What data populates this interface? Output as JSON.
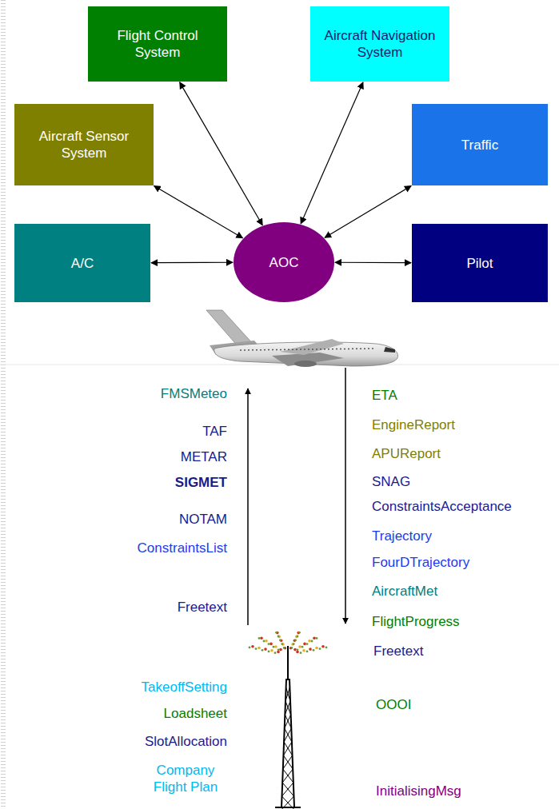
{
  "diagram": {
    "nodes": [
      {
        "text": [
          "Flight Control System"
        ]
      },
      {
        "text": [
          "Aircraft Navigation System"
        ]
      },
      {
        "text": [
          "Aircraft Sensor System"
        ]
      },
      {
        "text": [
          "Traffic"
        ]
      },
      {
        "text": [
          "A/C"
        ]
      },
      {
        "text": [
          "AOC"
        ]
      },
      {
        "text": [
          "Pilot"
        ]
      }
    ],
    "edges": [
      {
        "from": 0,
        "to": 5,
        "arrow": "both"
      },
      {
        "from": 1,
        "to": 5,
        "arrow": "both"
      },
      {
        "from": 2,
        "to": 5,
        "arrow": "both"
      },
      {
        "from": 3,
        "to": 5,
        "arrow": "both"
      },
      {
        "from": 4,
        "to": 5,
        "arrow": "both"
      },
      {
        "from": 6,
        "to": 5,
        "arrow": "both"
      }
    ],
    "labels": [
      "FMSMeteo",
      "TAF",
      "METAR",
      "SIGMET",
      "NOTAM",
      "ConstraintsList",
      "Freetext",
      "ETA",
      "EngineReport",
      "APUReport",
      "SNAG",
      "ConstraintsAcceptance",
      "Trajectory",
      "FourDTrajectory",
      "AircraftMet",
      "FlightProgress",
      "Freetext",
      "OOOI",
      "InitialisingMsg",
      "TakeoffSetting",
      "Loadsheet",
      "SlotAllocation",
      "Company Flight Plan"
    ]
  }
}
